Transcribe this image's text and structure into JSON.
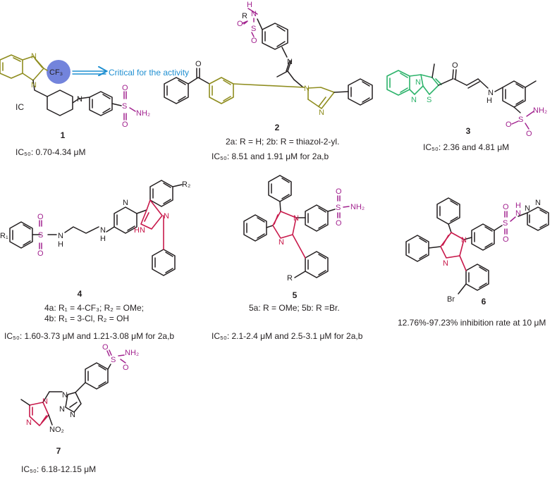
{
  "colors": {
    "bond": "#231f20",
    "sulfonamide": "#a2238f",
    "benzimidazole": "#8f8d1f",
    "imidazole": "#c8194b",
    "thiazole": "#2db36b",
    "annotation": "#1f8fd1",
    "cf3_highlight": "#5b6fd6"
  },
  "compound1": {
    "number": "1",
    "annotation": "Critical for the activity",
    "ic_note": "IC",
    "ic50": "IC₅₀: 0.70-4.34 μM",
    "atoms": {
      "n_top": "N",
      "n_bottom": "N",
      "cf3": "CF₃",
      "n_pip": "N",
      "s": "S",
      "o1": "O",
      "o2": "O",
      "nh2": "NH₂"
    }
  },
  "compound2": {
    "number": "2",
    "variants": "2a: R = H; 2b: R = thiazol-2-yl.",
    "ic50": "IC₅₀: 8.51 and 1.91 μM for 2a,b",
    "atoms": {
      "r": "R",
      "h": "H",
      "n_sa": "N",
      "s": "S",
      "o1": "O",
      "o2": "O",
      "n_imine": "N",
      "o_ketone": "O",
      "n_bzim_top": "N",
      "n_bzim_bot": "N"
    }
  },
  "compound3": {
    "number": "3",
    "ic50": "IC₅₀: 2.36 and 4.81 μM",
    "atoms": {
      "n1": "N",
      "n2": "N",
      "s_ring": "S",
      "o_ketone": "O",
      "nh": "N",
      "h": "H",
      "s": "S",
      "o1": "O",
      "o2": "O",
      "nh2": "NH₂"
    }
  },
  "compound4": {
    "number": "4",
    "variant_a": "4a: R₁ = 4-CF₃; R₂ = OMe;",
    "variant_b": "4b: R₁ = 3-Cl, R₂ = OH",
    "ic50": "IC₅₀: 1.60-3.73 μM and 1.21-3.08 μM for 2a,b",
    "atoms": {
      "r1": "R₁",
      "r2": "R₂",
      "s": "S",
      "o1": "O",
      "o2": "O",
      "n1": "N",
      "h1": "H",
      "n2": "N",
      "h2": "H",
      "n_pyr": "N",
      "hn": "HN",
      "n_im": "N"
    }
  },
  "compound5": {
    "number": "5",
    "variants": "5a: R = OMe; 5b: R =Br.",
    "ic50": "IC₅₀: 2.1-2.4 μM and 2.5-3.1 μM for 2a,b",
    "atoms": {
      "n_top": "N",
      "n_bot": "N",
      "r": "R",
      "s": "S",
      "o1": "O",
      "o2": "O",
      "nh2": "NH₂"
    }
  },
  "compound6": {
    "number": "6",
    "activity": "12.76%-97.23% inhibition rate at 10 μM",
    "atoms": {
      "n_top": "N",
      "n_bot": "N",
      "br": "Br",
      "s": "S",
      "o1": "O",
      "o2": "O",
      "nh": "N",
      "h": "H",
      "n_p1": "N",
      "n_p2": "N"
    }
  },
  "compound7": {
    "number": "7",
    "ic50": "IC₅₀: 6.18-12.15 μM",
    "atoms": {
      "n_im1": "N",
      "n_im2": "N",
      "no2": "NO₂",
      "n_tr1": "N",
      "n_tr2": "N",
      "n_tr3": "N",
      "s": "S",
      "o1": "O",
      "o2": "O",
      "nh2": "NH₂"
    }
  }
}
